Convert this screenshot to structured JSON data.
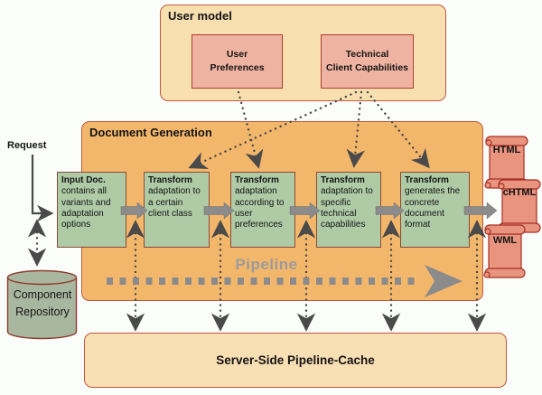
{
  "user_model": {
    "title": "User model",
    "user_preferences": "User\nPreferences",
    "client_capabilities": "Technical\nClient Capabilities"
  },
  "document_generation": {
    "title": "Document Generation",
    "pipeline_label": "Pipeline",
    "stages": [
      {
        "title": "Input Doc.",
        "body": "contains all variants and adaptation options"
      },
      {
        "title": "Transform",
        "body": "adaptation to a certain client class"
      },
      {
        "title": "Transform",
        "body": "adaptation according to user preferences"
      },
      {
        "title": "Transform",
        "body": "adaptation to specific technical capabilities"
      },
      {
        "title": "Transform",
        "body": "generates the concrete document format"
      }
    ]
  },
  "request_label": "Request",
  "component_repository_label": "Component\nRepository",
  "cache": {
    "title": "Server-Side Pipeline-Cache"
  },
  "outputs": [
    "HTML",
    "cHTML",
    "WML"
  ],
  "icons": {
    "arrows": [
      "request-arrow",
      "pipeline-arrow",
      "stage-connector-arrow",
      "cache-link-arrow",
      "user-model-mapping-arrow",
      "repository-link-arrow"
    ],
    "shapes": [
      "database-cylinder",
      "document-scroll"
    ]
  },
  "colors": {
    "background": "#FBFDFB",
    "tan_panel": "#F7DFB0",
    "orange_panel": "#F3B76C",
    "cache_panel": "#F8DFB4",
    "stage_green": "#AECBA6",
    "pink_box": "#EFB3A2",
    "scroll_salmon": "#E9947F",
    "cylinder_green": "#A9B7A0",
    "border_red": "#BC5A3F",
    "arrow_gray": "#8B8B8B",
    "dotted_dark": "#4A4A4A",
    "pipeline_text": "#9B9B9B"
  }
}
